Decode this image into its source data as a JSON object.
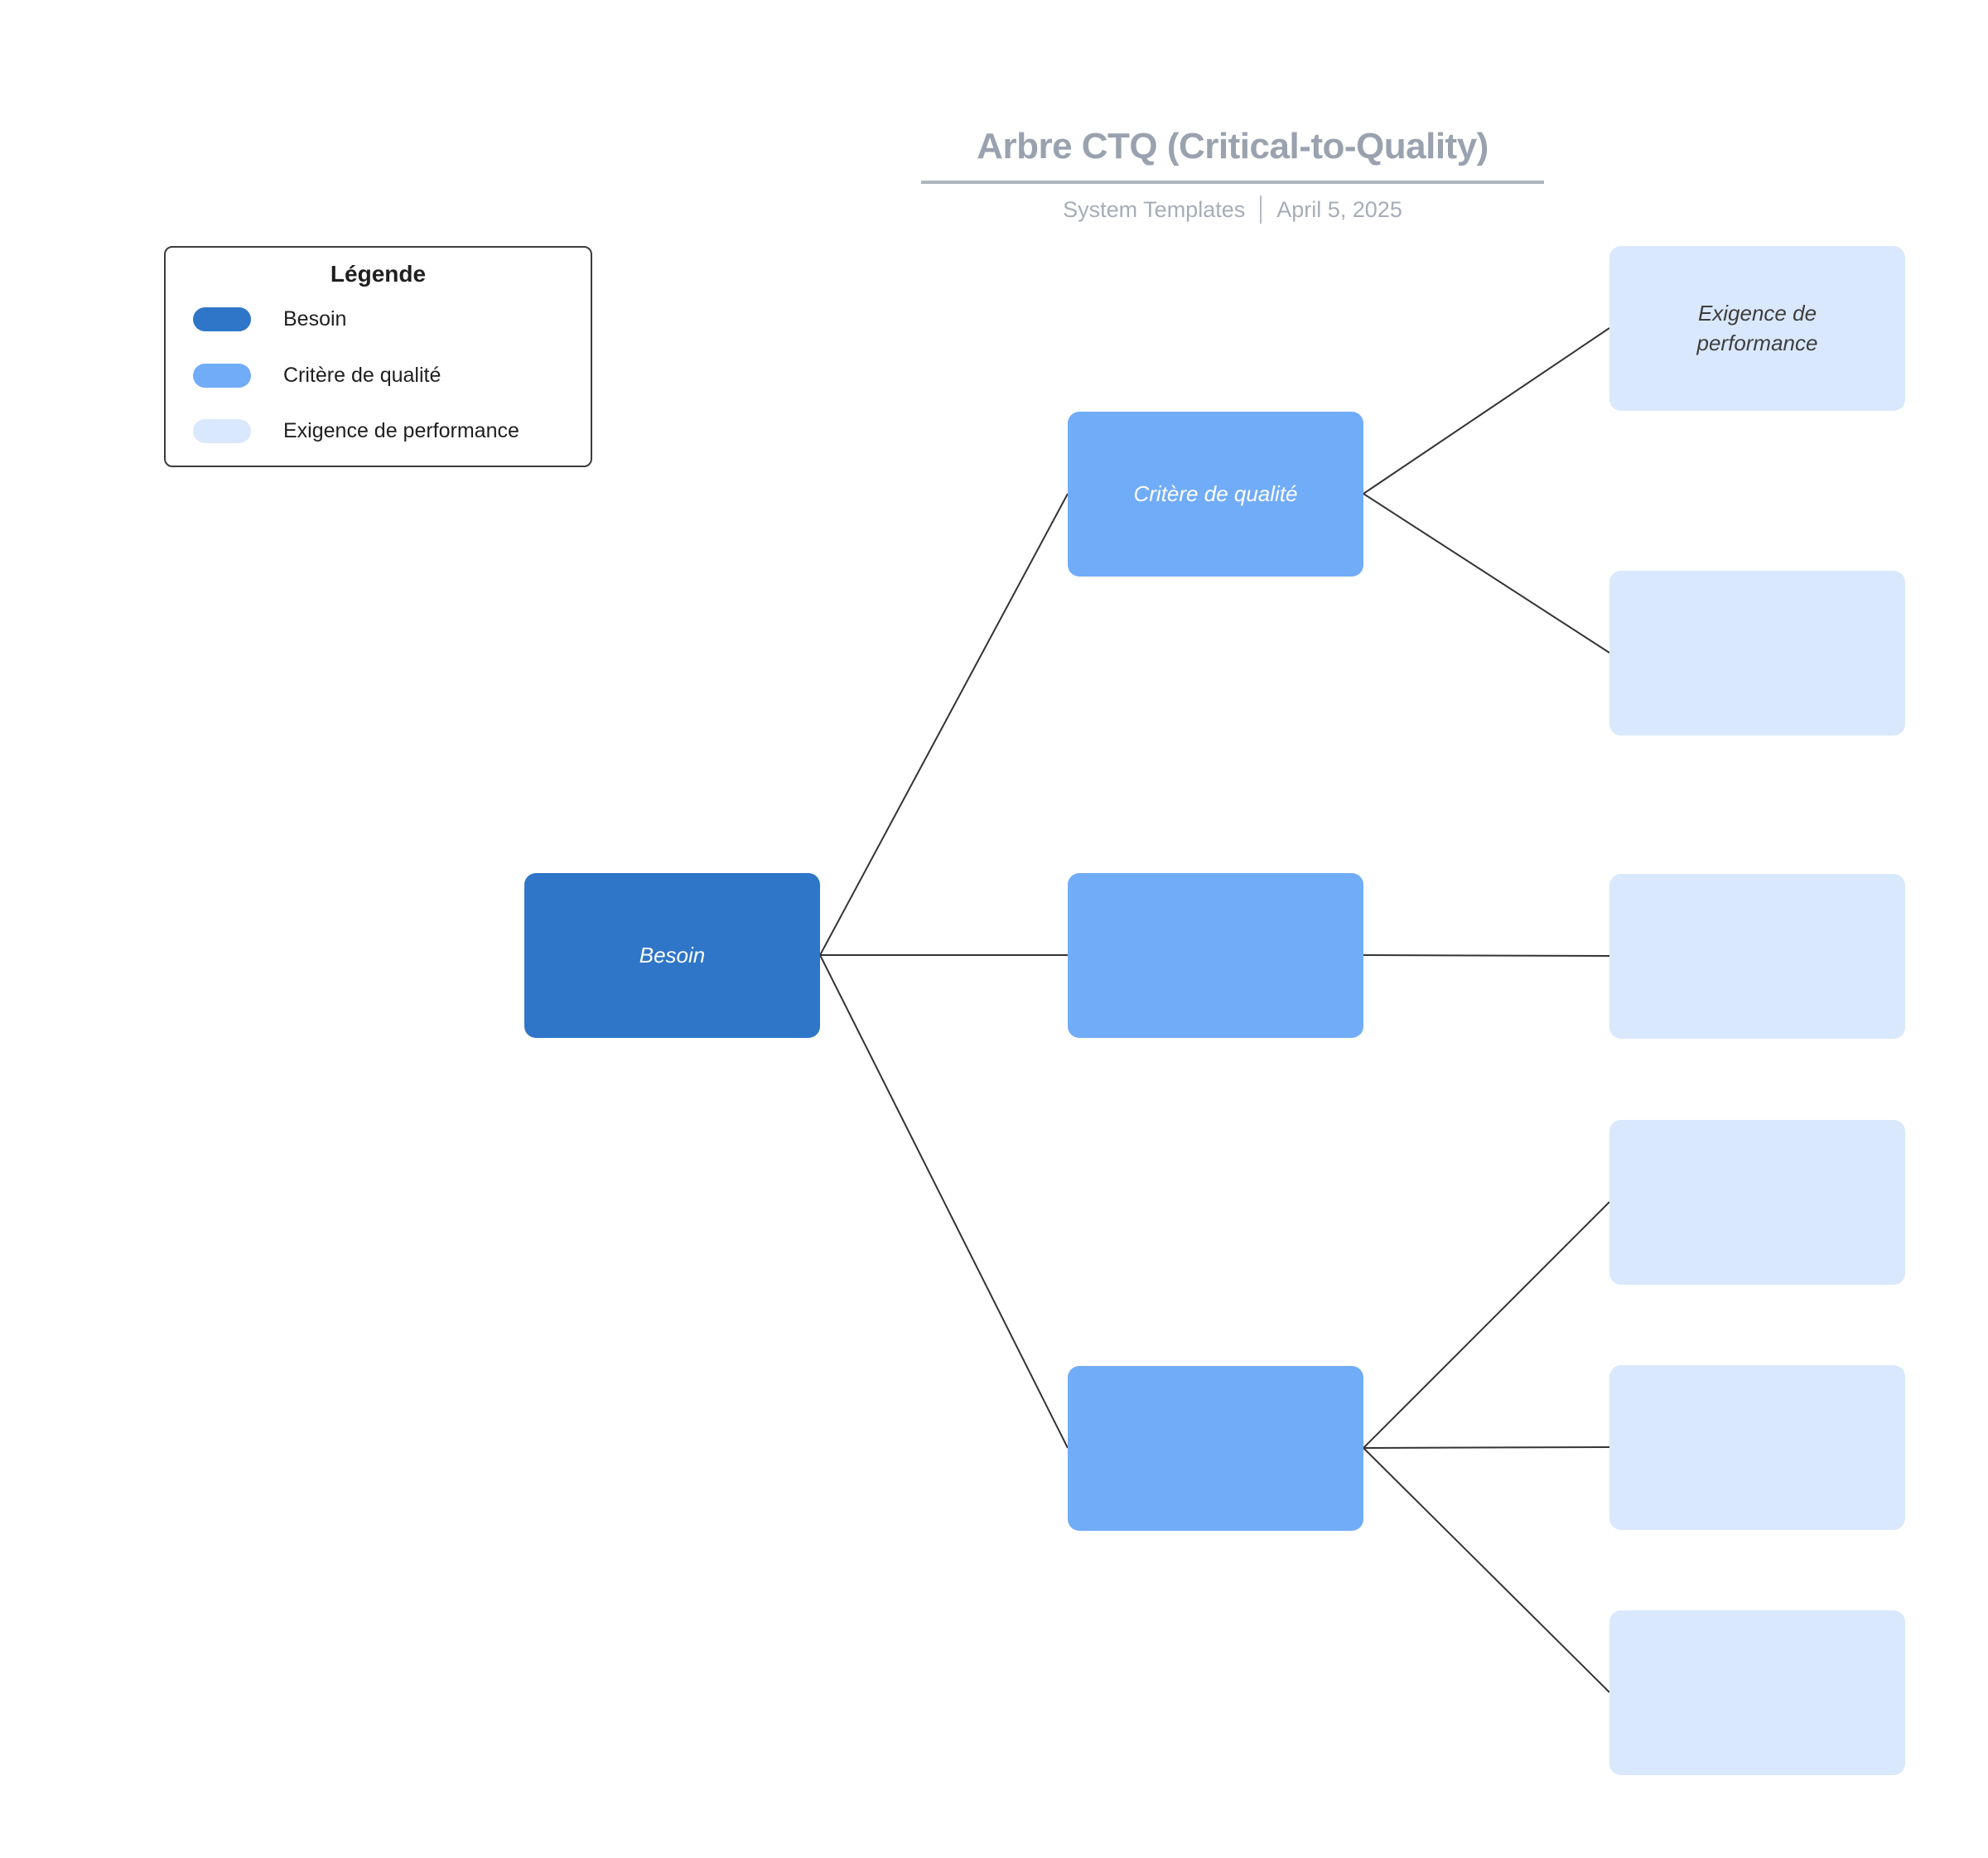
{
  "header": {
    "title": "Arbre CTQ (Critical-to-Quality)",
    "byline": "System Templates",
    "date": "April 5, 2025"
  },
  "legend": {
    "title": "Légende",
    "items": [
      {
        "label": "Besoin",
        "color": "#2F76C8"
      },
      {
        "label": "Critère de qualité",
        "color": "#71ACF8"
      },
      {
        "label": "Exigence de performance",
        "color": "#D9E8FC"
      }
    ]
  },
  "tree": {
    "root": {
      "label": "Besoin",
      "type": "besoin"
    },
    "criteria": [
      {
        "label": "Critère de qualité",
        "type": "critere"
      },
      {
        "label": "",
        "type": "critere"
      },
      {
        "label": "",
        "type": "critere"
      }
    ],
    "requirements": [
      {
        "label": "Exigence de performance",
        "type": "exigence"
      },
      {
        "label": "",
        "type": "exigence"
      },
      {
        "label": "",
        "type": "exigence"
      },
      {
        "label": "",
        "type": "exigence"
      },
      {
        "label": "",
        "type": "exigence"
      },
      {
        "label": "",
        "type": "exigence"
      }
    ]
  },
  "palette": {
    "besoin": "#2F76C8",
    "critere": "#71ACF8",
    "exigence": "#D9E8FC",
    "connector": "#333333",
    "title_gray": "#99A2AE",
    "subtitle_gray": "#A6ADB8"
  }
}
